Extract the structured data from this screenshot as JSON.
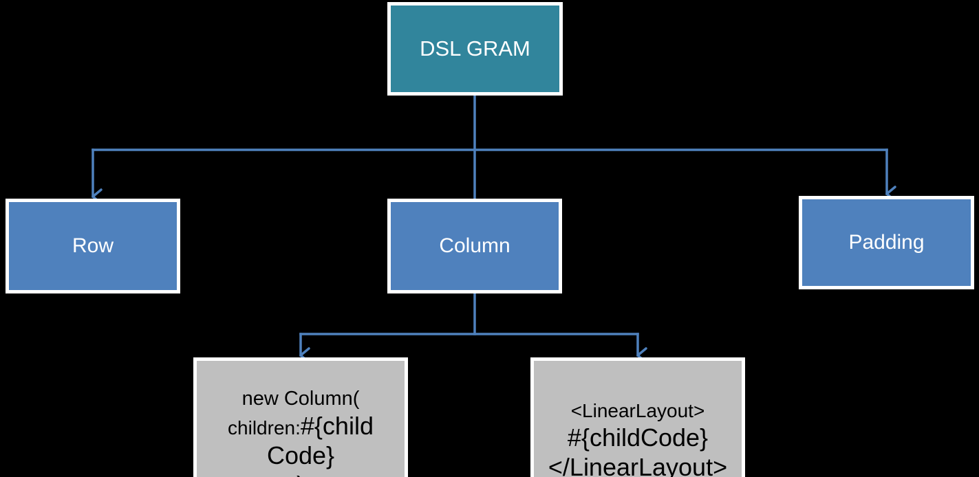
{
  "colors": {
    "background": "#000000",
    "root_fill": "#31859c",
    "level1_fill": "#4f81bd",
    "code_fill": "#bfbfbf",
    "connector": "#4f81bd",
    "border": "#ffffff"
  },
  "root": {
    "label": "DSL GRAM"
  },
  "level1": {
    "row": "Row",
    "column": "Column",
    "padding": "Padding"
  },
  "code_dart": {
    "line1": "new Column(",
    "line2a": "children:",
    "line2b": "#{child",
    "line3": "Code}",
    "line4": ")"
  },
  "code_xml": {
    "line1": "<LinearLayout>",
    "line2": "#{childCode}",
    "line3": "</LinearLayout>"
  }
}
